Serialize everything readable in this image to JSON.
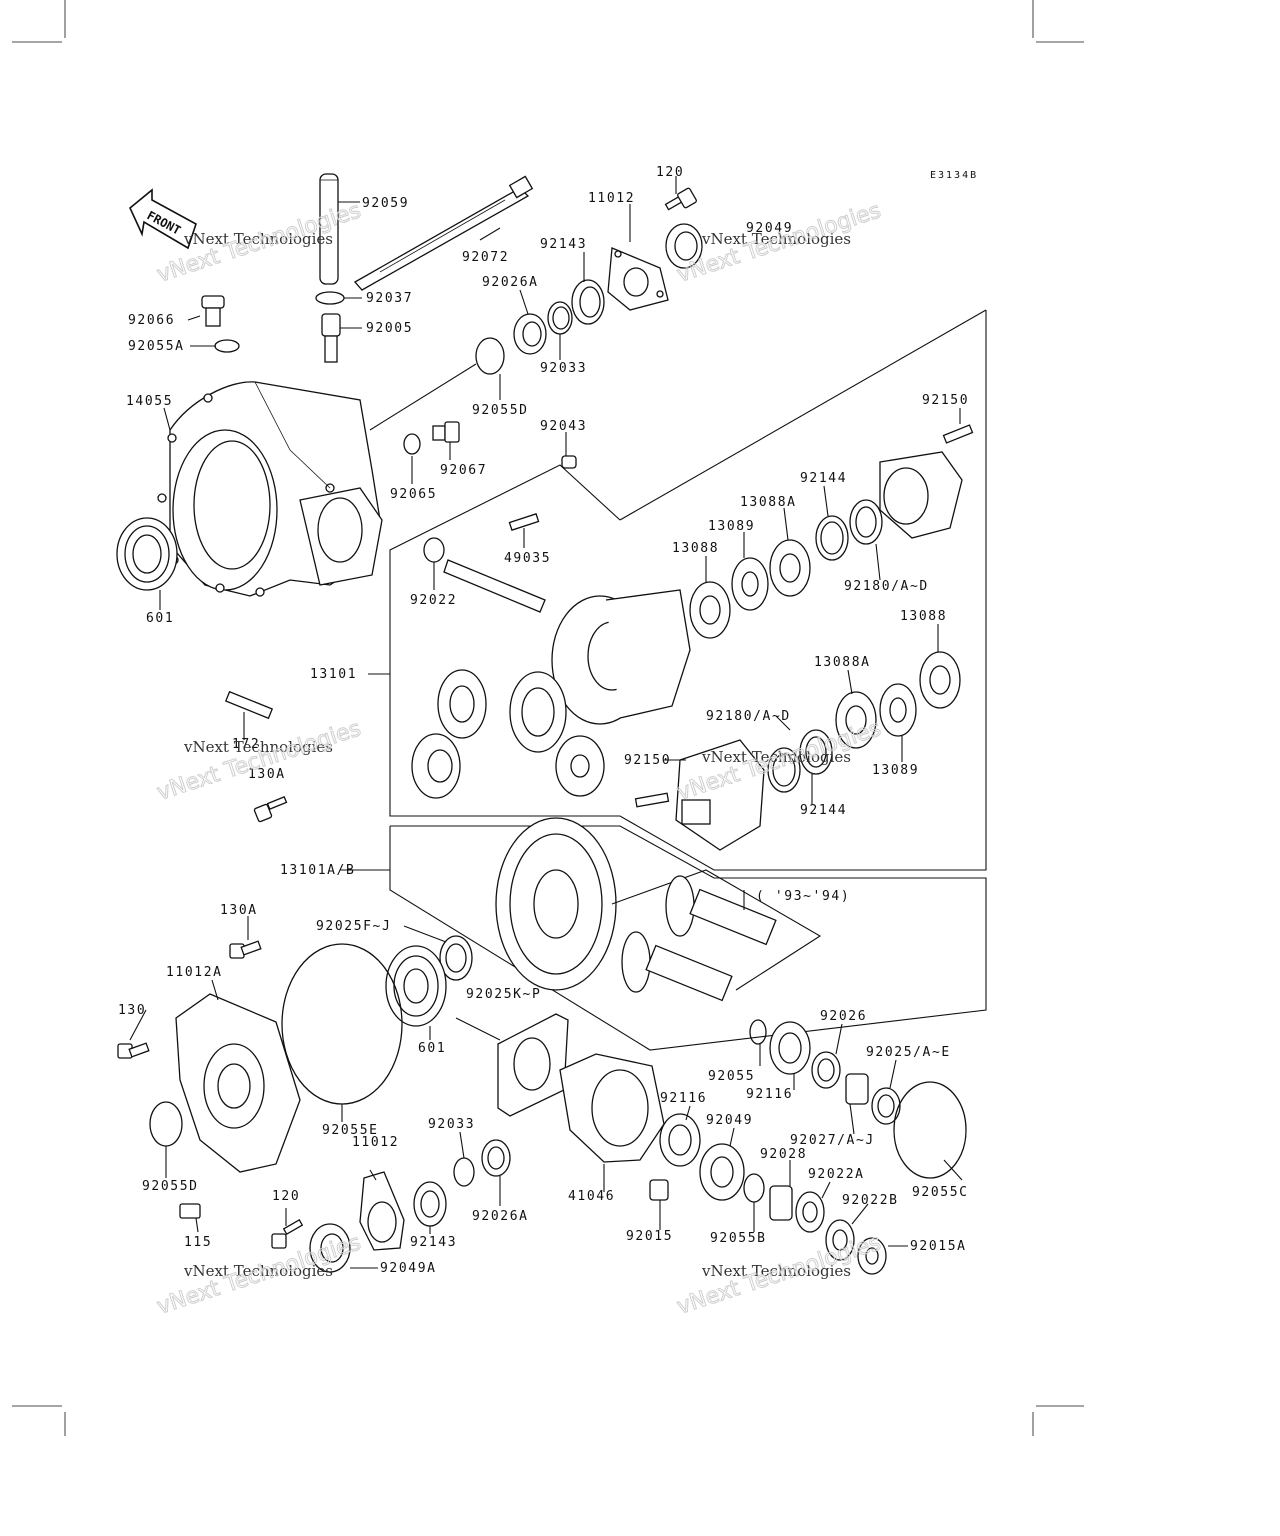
{
  "diagram": {
    "code": "E3134B",
    "front_label": "FRONT",
    "year_note": "( '93~'94)",
    "watermark": {
      "line1": "vNext Technologies",
      "line2": "vNext\nTechnologies"
    },
    "labels": [
      "92059",
      "92072",
      "120",
      "11012",
      "92143",
      "92026A",
      "92037",
      "92066",
      "92005",
      "92055A",
      "92033",
      "92055D",
      "14055",
      "92043",
      "92065",
      "92067",
      "601",
      "49035",
      "92022",
      "13101",
      "172",
      "130A",
      "13101A/B",
      "92150",
      "92144",
      "13088A",
      "13089",
      "13088",
      "92180/A~D",
      "92180/A~D",
      "13088",
      "13088A",
      "13089",
      "92150",
      "92144",
      "130A",
      "92025F~J",
      "11012A",
      "130",
      "601",
      "92025K~P",
      "92055E",
      "92055D",
      "115",
      "120",
      "11012",
      "92033",
      "92143",
      "92026A",
      "92049A",
      "92026",
      "92025/A~E",
      "92055",
      "92116",
      "92116",
      "92049",
      "92027/A~J",
      "92028",
      "92022A",
      "92055C",
      "41046",
      "92015",
      "92055B",
      "92022B",
      "92015A",
      "92049"
    ]
  }
}
